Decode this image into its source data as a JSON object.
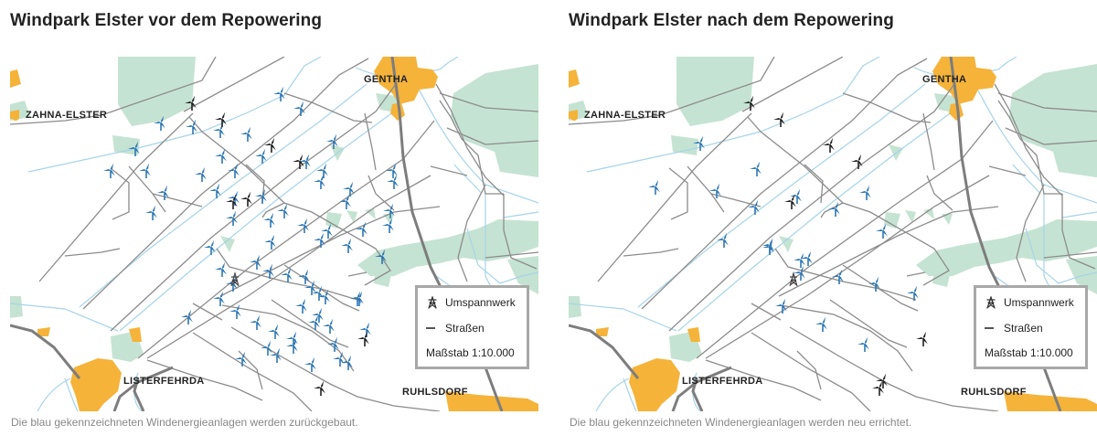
{
  "panels": [
    {
      "title": "Windpark Elster vor dem Repowering",
      "caption": "Die blau gekennzeichneten Windenergieanlagen werden zurückgebaut.",
      "places": [
        "GENTHA",
        "ZAHNA-ELSTER",
        "LISTERFEHRDA",
        "RUHLSDORF"
      ],
      "legend": {
        "substation": "Umspannwerk",
        "roads": "Straßen",
        "scale": "Maßstab 1:10.000"
      },
      "turbine_counts": {
        "blue": 69,
        "black": 8
      }
    },
    {
      "title": "Windpark Elster nach dem Repowering",
      "caption": "Die blau gekennzeichneten Windenergieanlagen werden neu errichtet.",
      "places": [
        "GENTHA",
        "ZAHNA-ELSTER",
        "LISTERFEHRDA",
        "RUHLSDORF"
      ],
      "legend": {
        "substation": "Umspannwerk",
        "roads": "Straßen",
        "scale": "Maßstab 1:10.000"
      },
      "turbine_counts": {
        "blue": 20,
        "black": 8
      }
    }
  ],
  "colors": {
    "turbine_marked": "#2e77b4",
    "turbine_existing": "#222222",
    "settlement": "#f5b33a",
    "forest": "#c5e3d2",
    "water": "#a6d4e8",
    "road": "#8c8c8c",
    "main_road": "#7d7d7d",
    "legend_border": "#a8a8a8"
  }
}
